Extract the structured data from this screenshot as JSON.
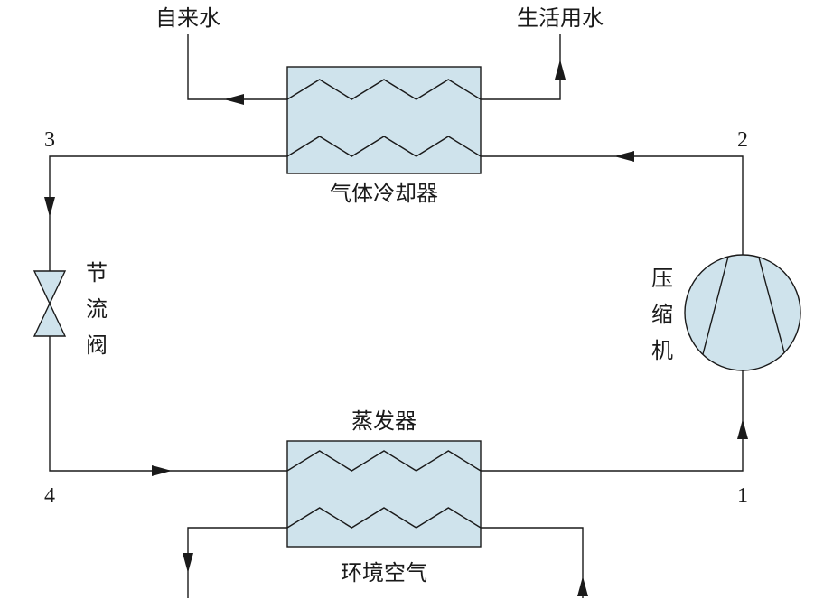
{
  "labels": {
    "tap_water": "自来水",
    "domestic_water": "生活用水",
    "gas_cooler": "气体冷却器",
    "evaporator": "蒸发器",
    "ambient_air": "环境空气",
    "compressor": [
      "压",
      "缩",
      "机"
    ],
    "throttle_valve": [
      "节",
      "流",
      "阀"
    ]
  },
  "state_points": {
    "p1": "1",
    "p2": "2",
    "p3": "3",
    "p4": "4"
  },
  "colors": {
    "component_fill": "#cfe3ec",
    "stroke": "#1a1a1a"
  }
}
